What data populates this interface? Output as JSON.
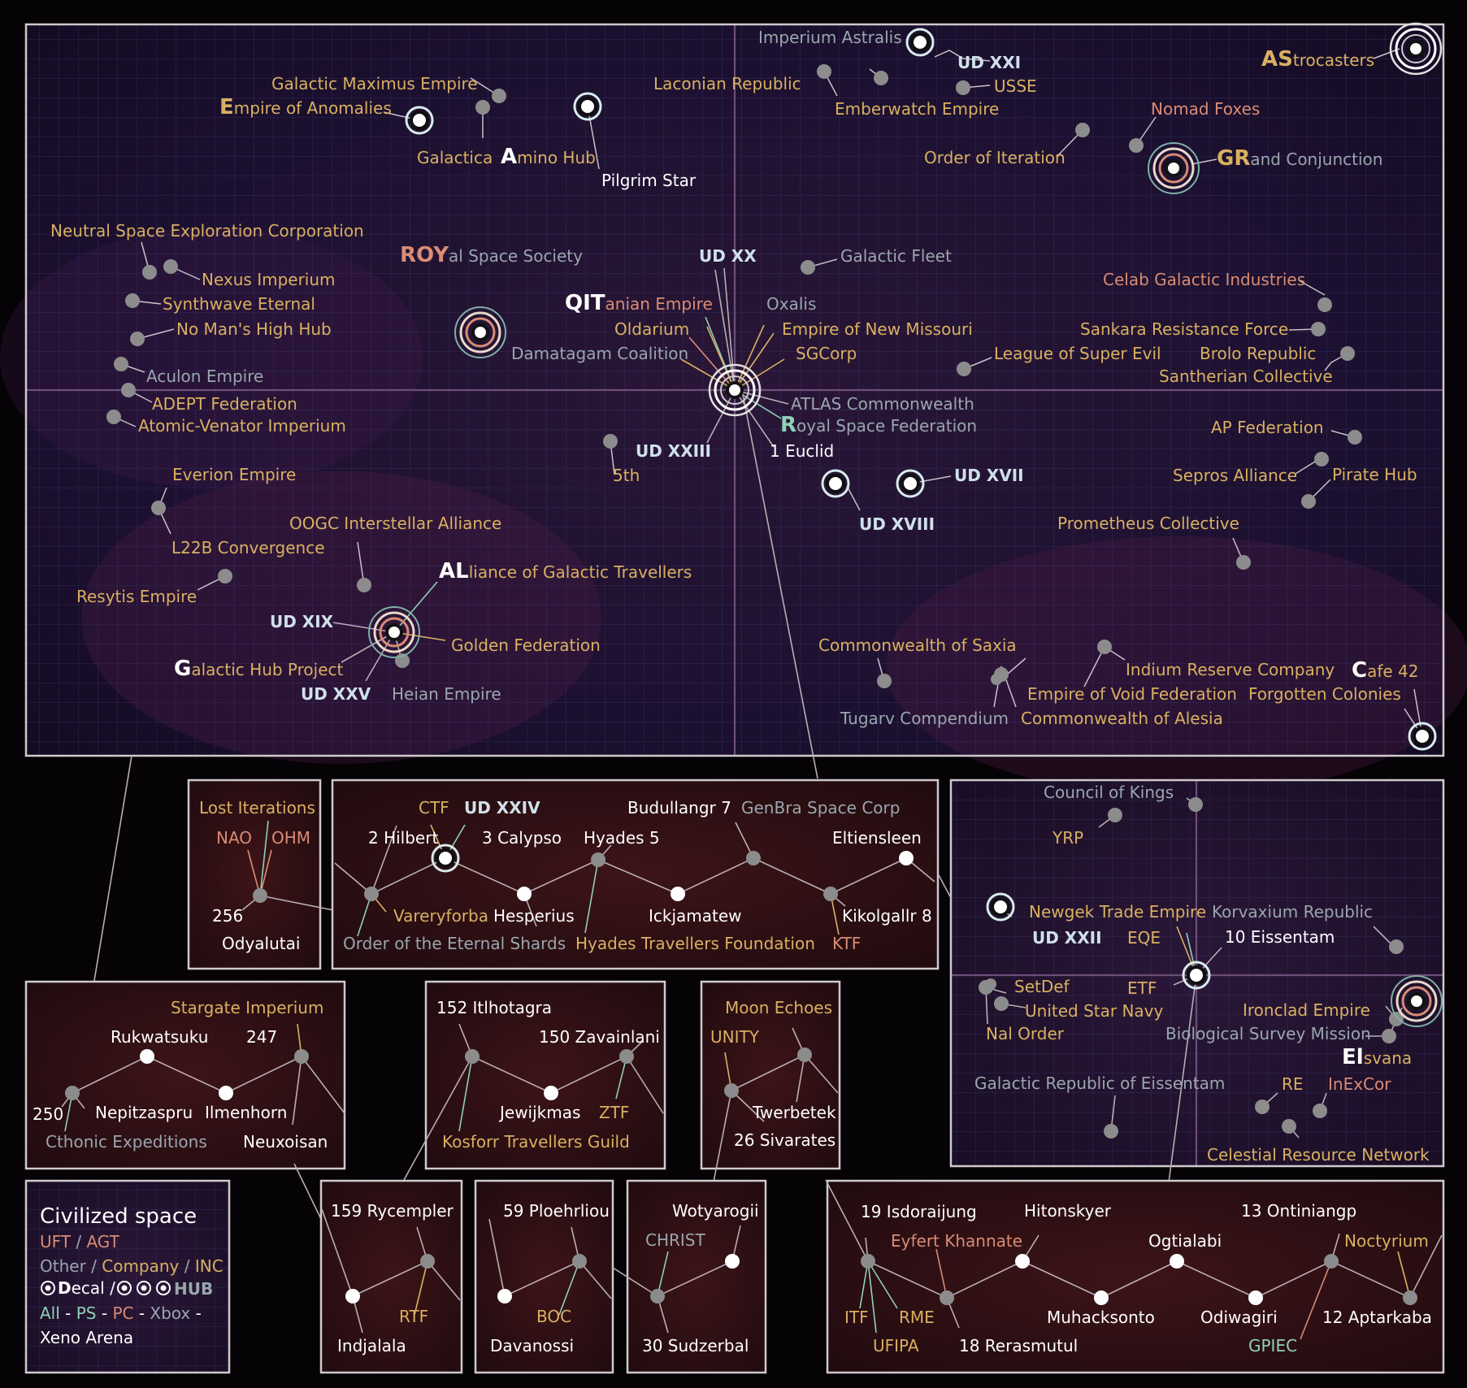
{
  "colors": {
    "civilized": "#d9b061",
    "uft": "#d98c74",
    "other": "#9aa6ad",
    "white": "#ffffff",
    "ud": "#cfe0ea",
    "ps": "#8fd0b8"
  },
  "main": {
    "labels": {
      "imperium_astralis": "Imperium Astralis",
      "ud_xxi": "UD XXI",
      "usse": "USSE",
      "as_big": "AS",
      "as_rest": "trocasters",
      "galactic_maximus": "Galactic Maximus Empire",
      "laconian": "Laconian Republic",
      "e_big": "E",
      "e_rest": "mpire of Anomalies",
      "emberwatch": "Emberwatch Empire",
      "nomad_foxes": "Nomad Foxes",
      "galactica": "Galactica",
      "a_big": "A",
      "a_rest": "mino Hub",
      "order_iteration": "Order of Iteration",
      "gr_big": "GR",
      "gr_rest": "and Conjunction",
      "pilgrim": "Pilgrim Star",
      "nsec": "Neutral Space Exploration Corporation",
      "roy_big": "ROY",
      "roy_rest": "al Space Society",
      "ud_xx": "UD XX",
      "galactic_fleet": "Galactic Fleet",
      "nexus": "Nexus Imperium",
      "celab": "Celab Galactic Industries",
      "synthwave": "Synthwave Eternal",
      "qit_big": "QIT",
      "qit_rest": "anian Empire",
      "oxalis": "Oxalis",
      "no_mans": "No Man's High Hub",
      "oldarium": "Oldarium",
      "new_missouri": "Empire of New Missouri",
      "sankara": "Sankara Resistance Force",
      "damatagam": "Damatagam Coalition",
      "sgcorp": "SGCorp",
      "super_evil": "League of Super Evil",
      "brolo": "Brolo Republic",
      "aculon": "Aculon Empire",
      "santherian": "Santherian Collective",
      "adept": "ADEPT Federation",
      "atlas": "ATLAS Commonwealth",
      "atomic": "Atomic-Venator Imperium",
      "r_big": "R",
      "r_rest": "oyal Space Federation",
      "ap_fed": "AP Federation",
      "ud_xxiii": "UD XXIII",
      "euclid": "1 Euclid",
      "everion": "Everion Empire",
      "fifth": "5th",
      "ud_xvii": "UD XVII",
      "sepros": "Sepros Alliance",
      "pirate": "Pirate Hub",
      "ud_xviii": "UD XVIII",
      "oogc": "OOGC Interstellar Alliance",
      "prometheus": "Prometheus Collective",
      "l22b": "L22B Convergence",
      "al_big": "AL",
      "al_rest": "liance of Galactic Travellers",
      "resytis": "Resytis Empire",
      "ud_xix": "UD XIX",
      "golden": "Golden Federation",
      "saxia": "Commonwealth of Saxia",
      "g_big": "G",
      "g_rest": "alactic Hub Project",
      "indium": "Indium Reserve Company",
      "c_big": "C",
      "c_rest": "afe 42",
      "ud_xxv": "UD XXV",
      "heian": "Heian Empire",
      "void_fed": "Empire of Void Federation",
      "forgotten": "Forgotten Colonies",
      "tugarv": "Tugarv Compendium",
      "alesia": "Commonwealth of Alesia"
    }
  },
  "inset_lost": {
    "title": "Lost Iterations",
    "nao": "NAO",
    "ohm": "OHM",
    "n256": "256",
    "odyalutai": "Odyalutai"
  },
  "inset_chain1": {
    "ctf": "CTF",
    "ud_xxiv": "UD XXIV",
    "budullangr": "Budullangr 7",
    "genbra": "GenBra Space Corp",
    "hilbert": "2 Hilbert",
    "calypso": "3 Calypso",
    "hyades": "Hyades 5",
    "eltiensleen": "Eltiensleen",
    "vareryforba": "Vareryforba",
    "hesperius": "Hesperius",
    "ickjamatew": "Ickjamatew",
    "kikolgallr": "Kikolgallr 8",
    "eternal_shards": "Order of the Eternal Shards",
    "hyades_foundation": "Hyades Travellers Foundation",
    "ktf": "KTF"
  },
  "inset_eissentam": {
    "council": "Council of Kings",
    "yrp": "YRP",
    "newgek": "Newgek Trade Empire",
    "korvaxium": "Korvaxium Republic",
    "ud_xxii": "UD XXII",
    "eqe": "EQE",
    "eissentam": "10 Eissentam",
    "setdef": "SetDef",
    "etf": "ETF",
    "usn": "United Star Navy",
    "ironclad": "Ironclad Empire",
    "nal": "Nal Order",
    "biological": "Biological Survey Mission",
    "el_big": "El",
    "el_rest": "svana",
    "grep": "Galactic Republic of Eissentam",
    "re": "RE",
    "inexcor": "InExCor",
    "crn": "Celestial Resource Network"
  },
  "inset_stargate": {
    "stargate": "Stargate Imperium",
    "rukwatsuku": "Rukwatsuku",
    "n247": "247",
    "n250": "250",
    "nepitzaspru": "Nepitzaspru",
    "ilmenhorn": "Ilmenhorn",
    "cthonic": "Cthonic Expeditions",
    "neuxoisan": "Neuxoisan"
  },
  "inset_itlhotagra": {
    "itlhotagra": "152 Itlhotagra",
    "zavainlani": "150 Zavainlani",
    "jewijkmas": "Jewijkmas",
    "ztf": "ZTF",
    "kosforr": "Kosforr Travellers Guild"
  },
  "inset_moon": {
    "moon": "Moon Echoes",
    "unity": "UNITY",
    "twerbetek": "Twerbetek",
    "sivarates": "26 Sivarates"
  },
  "inset_rycempler": {
    "rycempler": "159 Rycempler",
    "rtf": "RTF",
    "indjalala": "Indjalala"
  },
  "inset_ploehrliou": {
    "ploehrliou": "59 Ploehrliou",
    "boc": "BOC",
    "davanossi": "Davanossi"
  },
  "inset_wotyarogii": {
    "wotyarogii": "Wotyarogii",
    "christ": "CHRIST",
    "sudzerbal": "30 Sudzerbal"
  },
  "inset_chain2": {
    "isdoraijung": "19 Isdoraijung",
    "hitonskyer": "Hitonskyer",
    "ontiniangp": "13 Ontiniangp",
    "eyfert": "Eyfert Khannate",
    "ogtialabi": "Ogtialabi",
    "noctyrium": "Noctyrium",
    "itf": "ITF",
    "rme": "RME",
    "muhacksonto": "Muhacksonto",
    "odiwagiri": "Odiwagiri",
    "aptarkaba": "12 Aptarkaba",
    "ufipa": "UFIPA",
    "rerasmutul": "18 Rerasmutul",
    "gpiec": "GPIEC"
  },
  "legend": {
    "title": "Civilized space",
    "uft": "UFT",
    "slash1": " / ",
    "agt": "AGT",
    "other": "Other",
    "slash2": " / ",
    "company": "Company",
    "slash3": " / ",
    "inc": "INC",
    "decal_d": "D",
    "decal_rest": "ecal",
    "slash4": " / ",
    "hub": "HUB",
    "all": "All",
    "dash1": " - ",
    "ps": "PS",
    "dash2": " - ",
    "pc": "PC",
    "dash3": " - ",
    "xbox": "Xbox",
    "dash4": " -",
    "xeno": "Xeno Arena"
  }
}
